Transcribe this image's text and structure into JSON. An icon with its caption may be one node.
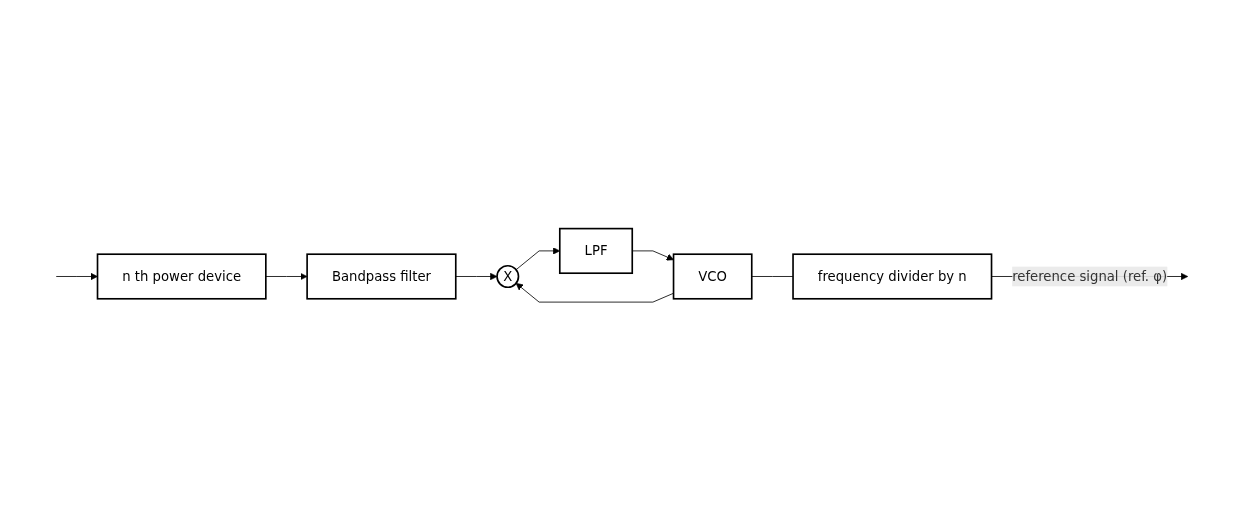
{
  "diagram": {
    "nodes": [
      {
        "text": [
          "n th power device"
        ]
      },
      {
        "text": [
          "Bandpass filter"
        ]
      },
      {
        "text": [
          "X"
        ]
      },
      {
        "text": [
          "LPF"
        ]
      },
      {
        "text": [
          "VCO"
        ]
      },
      {
        "text": [
          "frequency divider by n"
        ]
      }
    ],
    "edges": [
      {
        "from": null,
        "to": 0,
        "arrow": "to"
      },
      {
        "from": 0,
        "to": 1,
        "arrow": "to"
      },
      {
        "from": 1,
        "to": 2,
        "arrow": "to"
      },
      {
        "from": 2,
        "to": 3,
        "arrow": "to"
      },
      {
        "from": 3,
        "to": 4,
        "arrow": "to"
      },
      {
        "from": 4,
        "to": 2,
        "arrow": "to"
      },
      {
        "from": 4,
        "to": 5,
        "arrow": "none"
      },
      {
        "from": 5,
        "to": null,
        "label": "reference signal (ref. φ)",
        "arrow": "to"
      }
    ]
  }
}
